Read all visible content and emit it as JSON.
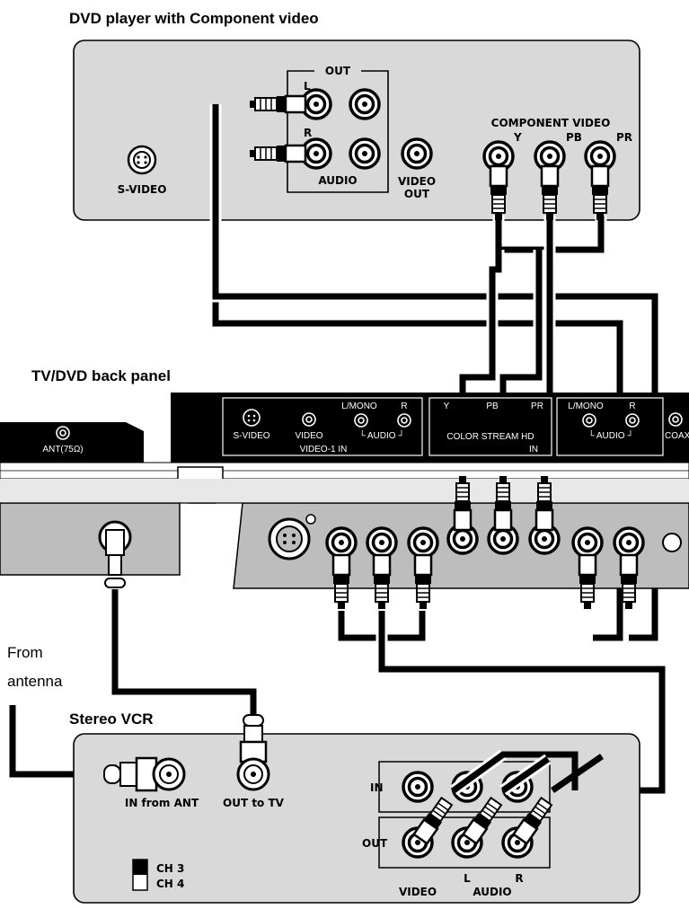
{
  "titles": {
    "dvd": "DVD player with Component video",
    "tv": "TV/DVD back panel",
    "vcr": "Stereo VCR",
    "antenna_line1": "From",
    "antenna_line2": "antenna"
  },
  "dvd": {
    "svideo": "S-VIDEO",
    "out": "OUT",
    "left": "L",
    "right": "R",
    "audio": "AUDIO",
    "video_out_line1": "VIDEO",
    "video_out_line2": "OUT",
    "component": "COMPONENT VIDEO",
    "y": "Y",
    "pb": "PB",
    "pr": "PR"
  },
  "tv": {
    "ant": "ANT(75Ω)",
    "svideo": "S-VIDEO",
    "video": "VIDEO",
    "lmono": "L/MONO",
    "r": "R",
    "audio_bracket": "└ AUDIO ┘",
    "video1_in": "VIDEO-1 IN",
    "y": "Y",
    "pb": "PB",
    "pr": "PR",
    "color_stream": "COLOR STREAM HD",
    "in": "IN",
    "lmono2": "L/MONO",
    "r2": "R",
    "audio_bracket2": "└ AUDIO ┘",
    "coaxial": "COAXIAL"
  },
  "vcr": {
    "in_from_ant": "IN from ANT",
    "out_to_tv": "OUT to TV",
    "ch3": "CH 3",
    "ch4": "CH 4",
    "in": "IN",
    "out": "OUT",
    "video": "VIDEO",
    "l": "L",
    "audio": "AUDIO",
    "r": "R"
  }
}
